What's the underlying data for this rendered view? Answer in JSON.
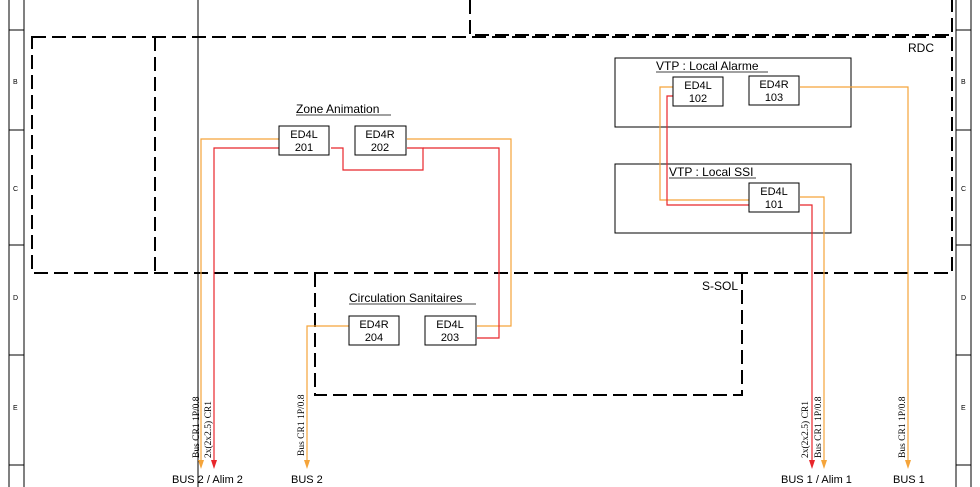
{
  "zones": {
    "rdc": "RDC",
    "ssol": "S-SOL",
    "zone_animation": "Zone Animation",
    "circulation_sanitaires": "Circulation Sanitaires",
    "vtp_local_alarme": "VTP : Local Alarme",
    "vtp_local_ssi": "VTP : Local SSI"
  },
  "devices": {
    "d201": {
      "type": "ED4L",
      "number": "201"
    },
    "d202": {
      "type": "ED4R",
      "number": "202"
    },
    "d204": {
      "type": "ED4R",
      "number": "204"
    },
    "d203": {
      "type": "ED4L",
      "number": "203"
    },
    "d102": {
      "type": "ED4L",
      "number": "102"
    },
    "d103": {
      "type": "ED4R",
      "number": "103"
    },
    "d101": {
      "type": "ED4L",
      "number": "101"
    }
  },
  "cable_labels": {
    "bus_cr1": "Bus CR1 1P/0.8",
    "alim_2x2x25": "2x(2x2.5) CR1",
    "bus_cr1_short": "Bus CR1 1P/0.8"
  },
  "bottom_labels": {
    "bus2_alim2": "BUS 2 / Alim 2",
    "bus2": "BUS 2",
    "bus1_alim1": "BUS 1 / Alim 1",
    "bus1": "BUS 1"
  },
  "border_letters": [
    "B",
    "C",
    "D",
    "E"
  ],
  "colors": {
    "bus_line": "#f5a43a",
    "alim_line": "#e8262b",
    "frame": "#000000"
  }
}
